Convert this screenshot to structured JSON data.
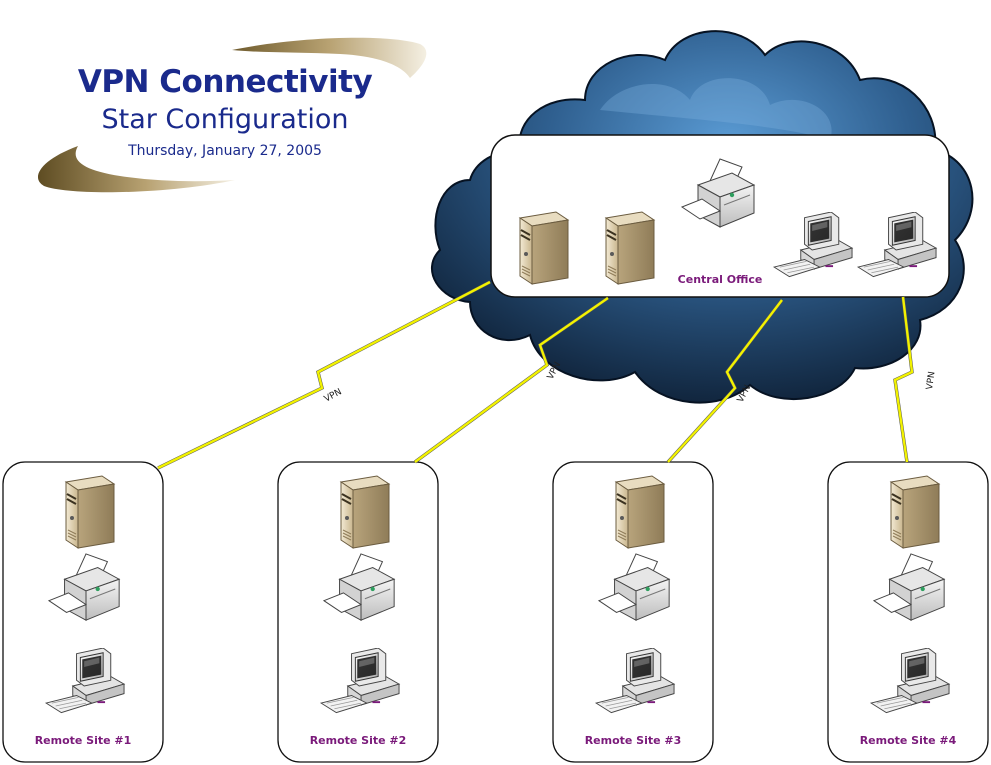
{
  "title": {
    "main": "VPN Connectivity",
    "subtitle": "Star Configuration",
    "date": "Thursday, January 27, 2005"
  },
  "central": {
    "label": "Central Office",
    "devices": [
      "server",
      "server",
      "printer",
      "workstation",
      "workstation"
    ]
  },
  "links": [
    {
      "label": "VPN",
      "from": "central",
      "to": "remote-1"
    },
    {
      "label": "VPN",
      "from": "central",
      "to": "remote-2"
    },
    {
      "label": "VPN",
      "from": "central",
      "to": "remote-3"
    },
    {
      "label": "VPN",
      "from": "central",
      "to": "remote-4"
    }
  ],
  "sites": [
    {
      "label": "Remote Site #1",
      "devices": [
        "server",
        "printer",
        "workstation"
      ]
    },
    {
      "label": "Remote Site #2",
      "devices": [
        "server",
        "printer",
        "workstation"
      ]
    },
    {
      "label": "Remote Site #3",
      "devices": [
        "server",
        "printer",
        "workstation"
      ]
    },
    {
      "label": "Remote Site #4",
      "devices": [
        "server",
        "printer",
        "workstation"
      ]
    }
  ],
  "colors": {
    "title": "#1a2a8c",
    "label": "#7a1a7a",
    "link": "#f2f200",
    "cloud_dark": "#0f2238",
    "cloud_light": "#4f8cc4",
    "swoosh": "#9a8450"
  }
}
